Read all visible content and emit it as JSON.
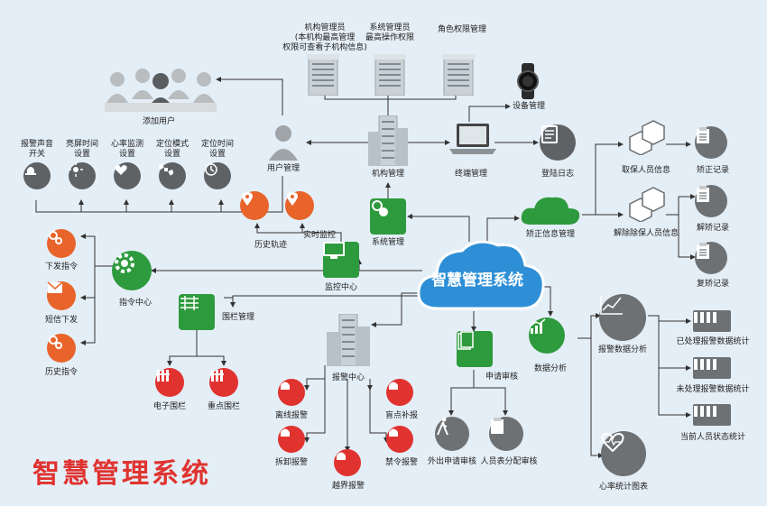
{
  "title": "智慧管理系统",
  "center": "智慧管理系统",
  "admin": {
    "org_admin": [
      "机构管理员",
      "(本机构最高管理",
      "权限可查看子机构信息)"
    ],
    "sys_admin": [
      "系统管理员",
      "最高操作权限"
    ],
    "role": "角色权限管理",
    "device": "设备管理"
  },
  "labels": {
    "add_user": "添加用户",
    "user_mgmt": "用户管理",
    "org_mgmt": "机构管理",
    "terminal_mgmt": "终端管理",
    "login_log": "登陆日志",
    "get_info": "取保人员信息",
    "release_info": "解除除保人员信息",
    "correction": "矫正信息管理",
    "sys_mgmt": "系统管理",
    "monitor": "监控中心",
    "history_track": "历史轨迹",
    "realtime": "实时监控",
    "cmd_center": "指令中心",
    "send_cmd": "下发指令",
    "sms": "短信下发",
    "history_cmd": "历史指令",
    "fence_mgmt": "围栏管理",
    "e_fence": "电子围栏",
    "key_fence": "重点围栏",
    "alarm_center": "报警中心",
    "offline": "离线报警",
    "blind": "盲点补报",
    "dismantle": "拆卸报警",
    "forbid": "禁令报警",
    "cross": "越界报警",
    "apply": "申请审核",
    "go_out": "外出申请审核",
    "staff_table": "人员表分配审核",
    "data_analysis": "数据分析",
    "alarm_analysis": "报警数据分析",
    "handled": "已处理报警数据统计",
    "unhandled": "未处理报警数据统计",
    "current": "当前人员状态统计",
    "heart_chart": "心率统计图表",
    "correct_record": "矫正记录",
    "release_record": "解矫记录",
    "recorrect_record": "复矫记录"
  },
  "settings": [
    {
      "line1": "报警声音",
      "line2": "开关",
      "icon": "alarm-icon"
    },
    {
      "line1": "亮屏时间",
      "line2": "设置",
      "icon": "sun-icon"
    },
    {
      "line1": "心率监测",
      "line2": "设置",
      "icon": "heart-icon"
    },
    {
      "line1": "定位模式",
      "line2": "设置",
      "icon": "satellite-icon"
    },
    {
      "line1": "定位时间",
      "line2": "设置",
      "icon": "clock-icon"
    }
  ],
  "colors": {
    "red": "#e03330",
    "orange": "#e8642a",
    "green": "#2e9a3e",
    "gray": "#5f6265",
    "blue": "#2e8fd6",
    "background": "#e4eef6"
  }
}
